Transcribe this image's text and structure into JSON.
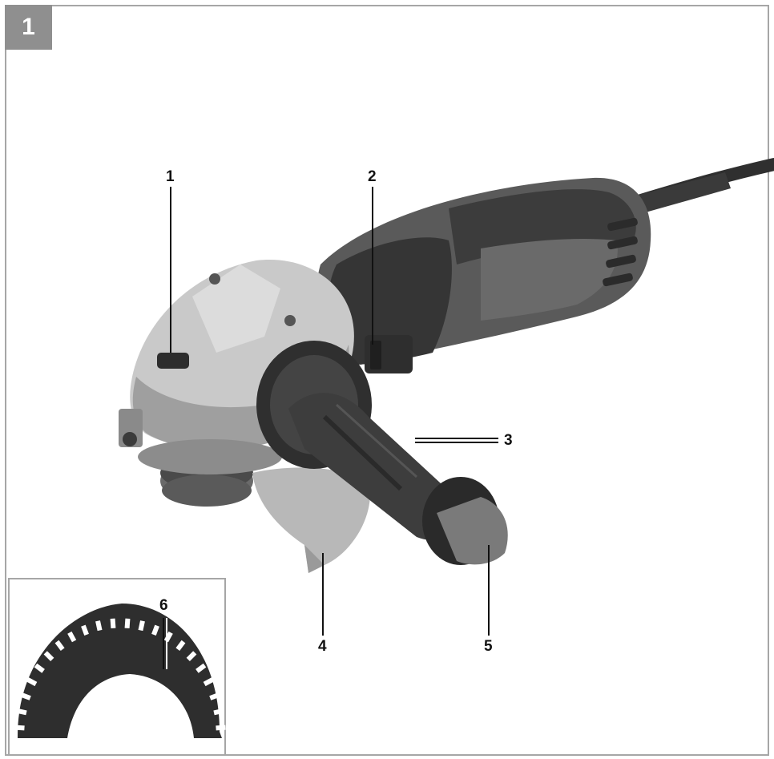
{
  "figure": {
    "number": "1"
  },
  "callouts": [
    {
      "id": "c1",
      "label": "1",
      "part": "spindle-lock-button"
    },
    {
      "id": "c2",
      "label": "2",
      "part": "on-off-switch"
    },
    {
      "id": "c3",
      "label": "3",
      "part": "auxiliary-handle"
    },
    {
      "id": "c4",
      "label": "4",
      "part": "grinding-guard"
    },
    {
      "id": "c5",
      "label": "5",
      "part": "handle-end-cap"
    },
    {
      "id": "c6",
      "label": "6",
      "part": "cutting-guard"
    }
  ],
  "colors": {
    "frame": "#a6a6a6",
    "badge": "#8f8f8f",
    "body_dark": "#3c3c3c",
    "body_mid": "#5e5e5e",
    "gear_head": "#c9c9c9",
    "guard": "#b8b8b8"
  }
}
